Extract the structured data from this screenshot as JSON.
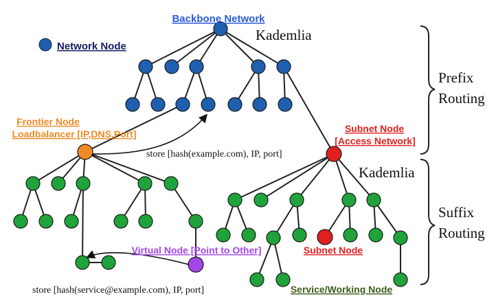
{
  "labels": {
    "backbone": "Backbone Network",
    "network_node": "Network Node",
    "kademlia_top": "Kademlia",
    "kademlia_bottom": "Kademlia",
    "prefix_1": "Prefix",
    "prefix_2": "Routing",
    "suffix_1": "Suffix",
    "suffix_2": "Routing",
    "frontier_1": "Frontier Node",
    "frontier_2": "Loadbalancer [IP,DNS,Port]",
    "store_top": "store [hash(example.com), IP, port]",
    "subnet_1": "Subnet Node",
    "subnet_2": "[Access Network]",
    "subnet_small": "Subnet Node",
    "virtual": "Virtual Node [Point to Other]",
    "store_bottom": "store [hash(service@example.com), IP, port]",
    "service": "Service/Working Node"
  },
  "colors": {
    "backbone": "#1f5fb0",
    "backbone_label": "#2a5bd7",
    "network_label": "#1a1a66",
    "frontier": "#f08a24",
    "subnet": "#e02020",
    "virtual": "#a347e8",
    "leaf": "#1fa33a",
    "service_label": "#3b5e1a"
  }
}
